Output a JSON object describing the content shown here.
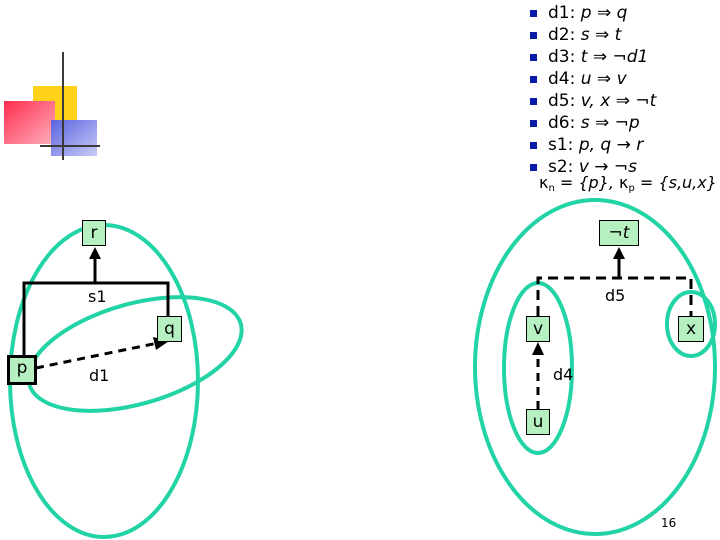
{
  "rules": [
    {
      "id": "d1:",
      "body": "p ⇒ q"
    },
    {
      "id": "d2:",
      "body": "s ⇒ t"
    },
    {
      "id": "d3:",
      "body": "t ⇒ ¬d1"
    },
    {
      "id": "d4:",
      "body": "u ⇒ v"
    },
    {
      "id": "d5:",
      "body": "v, x ⇒ ¬t"
    },
    {
      "id": "d6:",
      "body": "s ⇒ ¬p"
    },
    {
      "id": "s1:",
      "body": "p, q → r"
    },
    {
      "id": "s2:",
      "body": "v → ¬s"
    }
  ],
  "kappa": {
    "n_symbol": "κ",
    "n_sub": "n",
    "n_rest": " = {p}, ",
    "p_symbol": "κ",
    "p_sub": "p",
    "p_rest": " = {s,u,x}"
  },
  "nodes": {
    "r": "r",
    "not_t": "¬t",
    "q": "q",
    "p": "p",
    "v": "v",
    "x": "x",
    "u": "u"
  },
  "edge_labels": {
    "s1": "s1",
    "d1": "d1",
    "d5": "d5",
    "d4": "d4"
  },
  "page_number": "16",
  "colors": {
    "ellipse": "#22d3a6",
    "node_fill": "#b7f0c0",
    "bullet": "#0a1aa8",
    "logo_yellow": "#ffd21a",
    "logo_red": "#ff4f6a",
    "logo_blue": "#6f76e6"
  }
}
